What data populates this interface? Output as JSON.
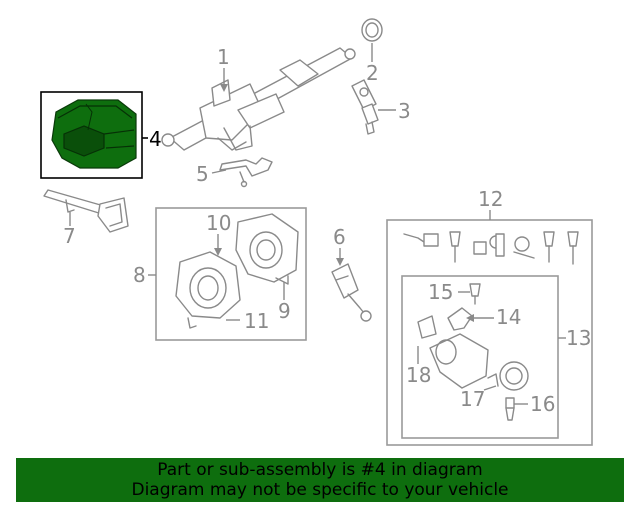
{
  "callouts": [
    "1",
    "2",
    "3",
    "4",
    "5",
    "6",
    "7",
    "8",
    "9",
    "10",
    "11",
    "12",
    "13",
    "14",
    "15",
    "16",
    "17",
    "18"
  ],
  "highlight_callout": "4",
  "colors": {
    "highlight": "#0e6e0e",
    "lines": "#8a8a8a",
    "highlight_box": "#000000"
  },
  "banner": {
    "line1": "Part or sub-assembly is #4 in diagram",
    "line2": "Diagram may not be specific to your vehicle"
  }
}
